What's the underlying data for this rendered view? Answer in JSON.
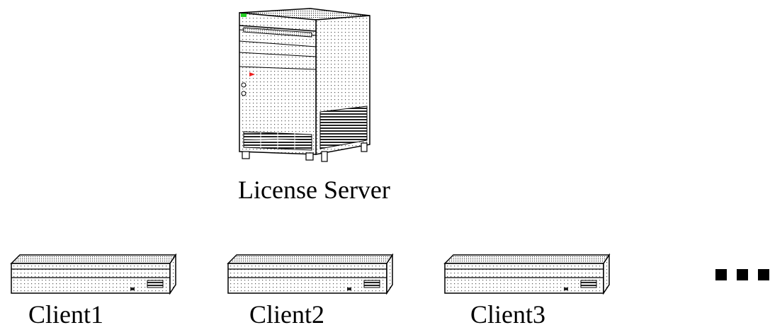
{
  "server": {
    "label": "License Server",
    "icon": "server-tower-icon",
    "indicator_colors": {
      "power": "#22cc22",
      "alert": "#ee2222"
    }
  },
  "clients": [
    {
      "label": "Client1",
      "icon": "desktop-unit-icon"
    },
    {
      "label": "Client2",
      "icon": "desktop-unit-icon"
    },
    {
      "label": "Client3",
      "icon": "desktop-unit-icon"
    }
  ],
  "more_indicator": {
    "icon": "ellipsis-icon"
  }
}
